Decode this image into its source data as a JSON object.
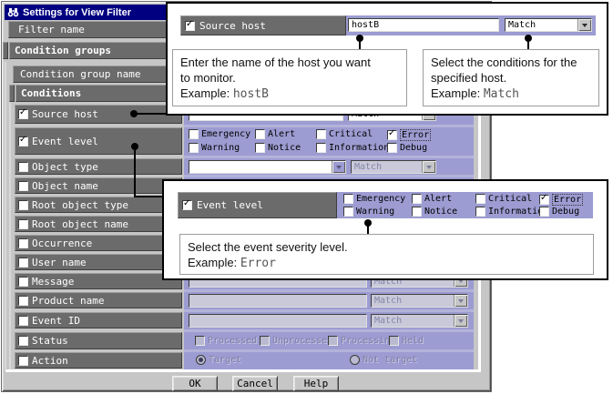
{
  "window": {
    "title": "Settings for View Filter",
    "icon": "binoculars-icon"
  },
  "colors": {
    "titlebar": "#000080",
    "panel": "#9c9cd2",
    "bar_gray": "#6b6b6b",
    "face": "#c6c6c6"
  },
  "sidebar": {
    "items": [
      {
        "label": "Filter name",
        "has_checkbox": false
      },
      {
        "label": "Condition groups",
        "has_checkbox": false
      },
      {
        "label": "Condition group name",
        "has_checkbox": false
      },
      {
        "label": "Conditions",
        "has_checkbox": false
      },
      {
        "label": "Source host",
        "has_checkbox": true,
        "checked": true
      },
      {
        "label": "Event level",
        "has_checkbox": true,
        "checked": true
      },
      {
        "label": "Object type",
        "has_checkbox": true,
        "checked": false
      },
      {
        "label": "Object name",
        "has_checkbox": true,
        "checked": false
      },
      {
        "label": "Root object type",
        "has_checkbox": true,
        "checked": false
      },
      {
        "label": "Root object name",
        "has_checkbox": true,
        "checked": false
      },
      {
        "label": "Occurrence",
        "has_checkbox": true,
        "checked": false
      },
      {
        "label": "User name",
        "has_checkbox": true,
        "checked": false
      },
      {
        "label": "Message",
        "has_checkbox": true,
        "checked": false
      },
      {
        "label": "Product name",
        "has_checkbox": true,
        "checked": false
      },
      {
        "label": "Event ID",
        "has_checkbox": true,
        "checked": false
      },
      {
        "label": "Status",
        "has_checkbox": true,
        "checked": false
      },
      {
        "label": "Action",
        "has_checkbox": true,
        "checked": false
      }
    ]
  },
  "content": {
    "source_host": {
      "value": "hostB",
      "condition": "Match"
    },
    "event_level": {
      "options": [
        "Emergency",
        "Alert",
        "Critical",
        "Error",
        "Warning",
        "Notice",
        "Information",
        "Debug"
      ],
      "checked": [
        "Error"
      ]
    },
    "match_label": "Match",
    "status": {
      "options": [
        "Processed",
        "Unprocessed",
        "Processing",
        "Held"
      ],
      "checked": []
    },
    "action": {
      "options": [
        "Target",
        "Not target"
      ],
      "selected": "Target"
    }
  },
  "buttons": {
    "ok": "OK",
    "cancel": "Cancel",
    "help": "Help"
  },
  "callouts": {
    "source_host": {
      "row_label": "Source host",
      "field_value": "hostB",
      "condition_value": "Match",
      "desc_host": {
        "line1": "Enter the name of the host you want",
        "line2": "to monitor.",
        "example_label": "Example:",
        "example_value": "hostB"
      },
      "desc_condition": {
        "line1": "Select the conditions for the",
        "line2": "specified host.",
        "example_label": "Example:",
        "example_value": "Match"
      }
    },
    "event_level": {
      "row_label": "Event level",
      "desc": {
        "line1": "Select the event severity level.",
        "example_label": "Example:",
        "example_value": "Error"
      }
    }
  }
}
